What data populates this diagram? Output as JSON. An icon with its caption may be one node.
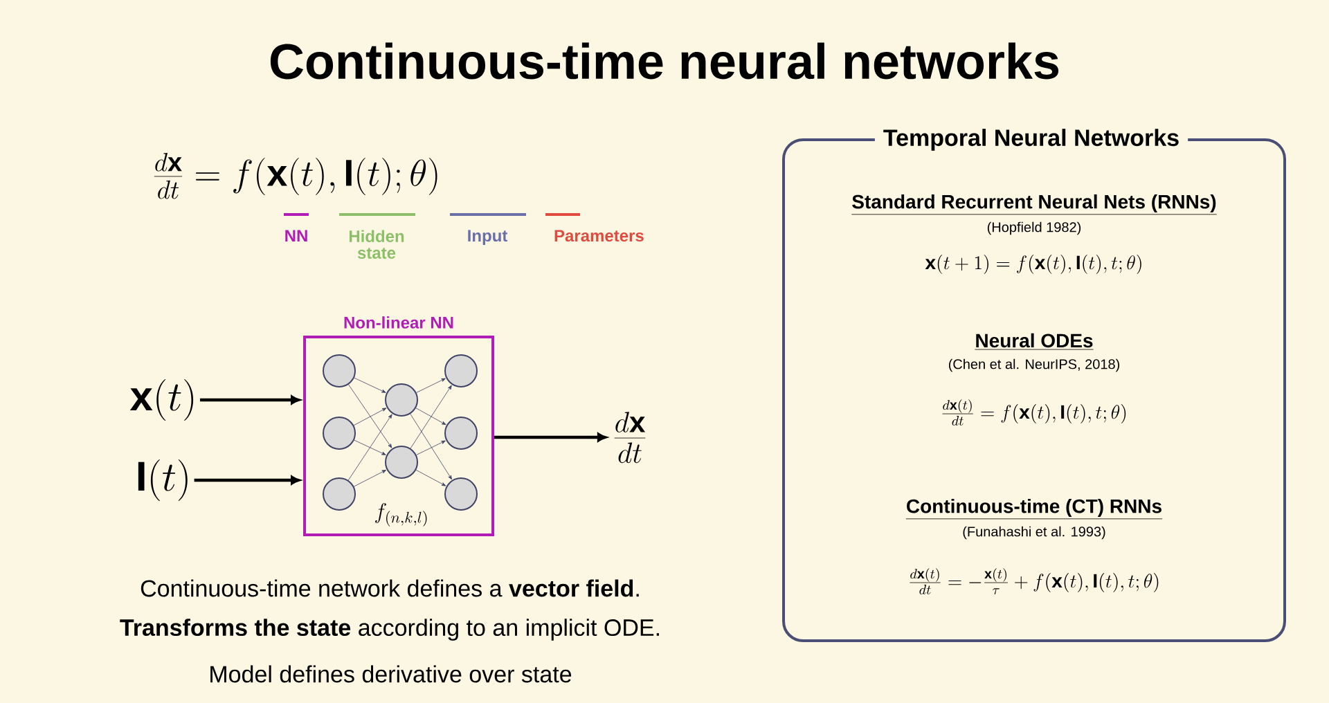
{
  "diagram": {
    "title": "Continuous-time neural networks",
    "nodes": [
      {
        "text": [
          "\\mathbf{x}(t)"
        ]
      },
      {
        "text": [
          "\\mathbf{I}(t)"
        ]
      },
      {
        "text": [
          "Non-linear NN",
          "f_{(n,k,l)}"
        ]
      },
      {
        "text": [
          "\\frac{d\\mathbf{x}}{dt}"
        ]
      },
      {
        "text": [
          "Temporal Neural Networks",
          "Standard Recurrent Neural Nets (RNNs)",
          "(Hopfield 1982)",
          "\\mathbf{x}(t+1) = f(\\mathbf{x}(t), \\mathbf{I}(t), t; \\theta)",
          "Neural ODEs",
          "(Chen et al. NeurIPS, 2018)",
          "\\frac{d\\mathbf{x}(t)}{dt} = f(\\mathbf{x}(t), \\mathbf{I}(t), t; \\theta)",
          "Continuous-time (CT) RNNs",
          "(Funahashi et al. 1993)",
          "\\frac{d\\mathbf{x}(t)}{dt} = -\\frac{\\mathbf{x}(t)}{\\tau} + f(\\mathbf{x}(t), \\mathbf{I}(t), t; \\theta)"
        ]
      }
    ],
    "edges": [
      {
        "from": 0,
        "to": 2,
        "arrow": "to"
      },
      {
        "from": 1,
        "to": 2,
        "arrow": "to"
      },
      {
        "from": 2,
        "to": 3,
        "arrow": "to"
      }
    ],
    "labels": [
      "\\frac{d\\mathbf{x}}{dt} = f(\\mathbf{x}(t), \\mathbf{I}(t); \\theta)",
      "NN",
      "Hidden state",
      "Input",
      "Parameters",
      "Continuous-time network defines a **vector field**.",
      "**Transforms the state** according to an implicit ODE.",
      "Model defines derivative over state"
    ]
  }
}
